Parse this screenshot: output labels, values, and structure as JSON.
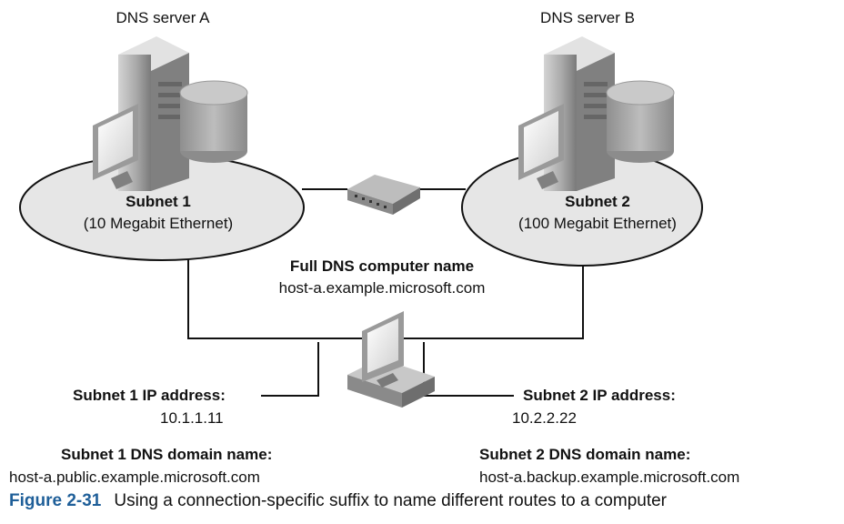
{
  "servers": {
    "a": {
      "label": "DNS server A"
    },
    "b": {
      "label": "DNS server B"
    }
  },
  "subnets": {
    "one": {
      "name": "Subnet 1",
      "desc": "(10 Megabit Ethernet)"
    },
    "two": {
      "name": "Subnet 2",
      "desc": "(100 Megabit Ethernet)"
    }
  },
  "host": {
    "name_heading": "Full DNS computer name",
    "name_value": "host-a.example.microsoft.com"
  },
  "addresses": {
    "one": {
      "ip_label": "Subnet 1 IP address:",
      "ip_value": "10.1.1.11",
      "domain_label": "Subnet 1 DNS domain name:",
      "domain_value": "host-a.public.example.microsoft.com"
    },
    "two": {
      "ip_label": "Subnet 2 IP address:",
      "ip_value": "10.2.2.22",
      "domain_label": "Subnet 2 DNS domain name:",
      "domain_value": "host-a.backup.example.microsoft.com"
    }
  },
  "caption": {
    "number": "Figure 2-31",
    "text": "Using a connection-specific suffix to name different routes to a computer"
  },
  "colors": {
    "accent": "#1f5f99",
    "ellipse_fill": "#e6e6e6",
    "device_gray": "#8c8c8c"
  }
}
